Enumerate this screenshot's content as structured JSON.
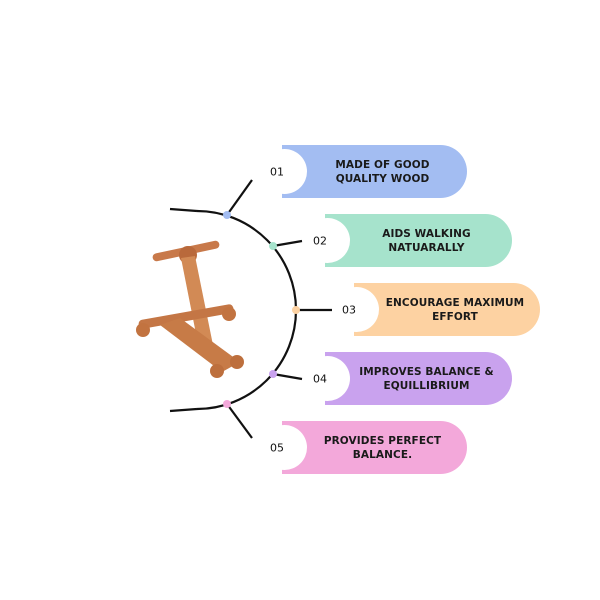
{
  "features": [
    {
      "number": "01",
      "text": "MADE OF GOOD QUALITY WOOD",
      "color": "#a3bdf2"
    },
    {
      "number": "02",
      "text": "AIDS WALKING NATUARALLY",
      "color": "#a6e3cc"
    },
    {
      "number": "03",
      "text": "ENCOURAGE MAXIMUM EFFORT",
      "color": "#fdd2a2"
    },
    {
      "number": "04",
      "text": "IMPROVES BALANCE & EQUILLIBRIUM",
      "color": "#c9a2ee"
    },
    {
      "number": "05",
      "text": "PROVIDES PERFECT BALANCE.",
      "color": "#f3a8da"
    }
  ]
}
